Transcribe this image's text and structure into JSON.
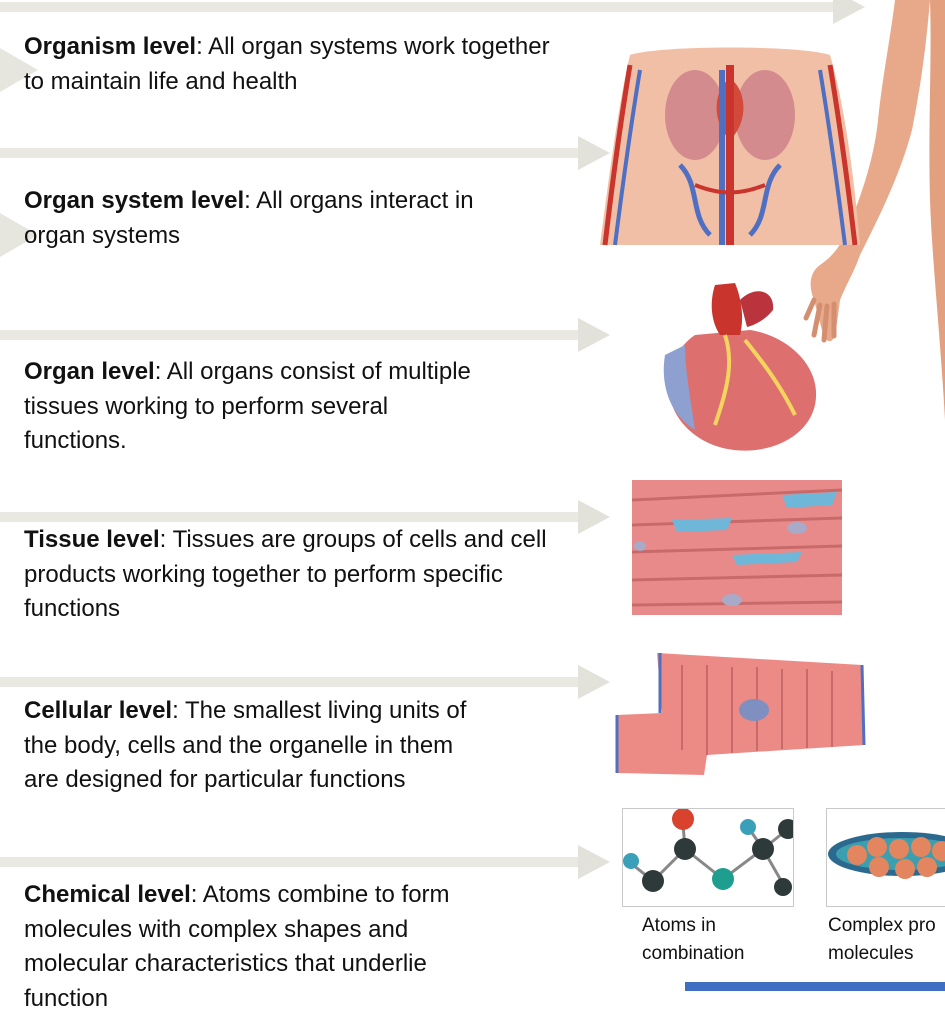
{
  "levels": [
    {
      "name": "Organism level",
      "sep": ":",
      "text": " All organ systems work together to maintain life and health"
    },
    {
      "name": "Organ system level",
      "sep": ":",
      "text": " All organs interact in organ systems"
    },
    {
      "name": "Organ level",
      "sep": ":",
      "text": " All organs consist of multiple tissues working to perform several functions."
    },
    {
      "name": "Tissue level",
      "sep": ":",
      "text": " Tissues are groups of cells and cell products working together to perform specific functions"
    },
    {
      "name": "Cellular level",
      "sep": ":",
      "text": " The smallest living units of the body, cells and the organelle in them are designed for particular functions"
    },
    {
      "name": "Chemical level",
      "sep": ":",
      "text": " Atoms combine to form molecules with complex shapes and molecular characteristics that underlie function"
    }
  ],
  "captions": {
    "atoms_line1": "Atoms in",
    "atoms_line2": "combination",
    "complex_line1": "Complex pro",
    "complex_line2": "molecules"
  },
  "colors": {
    "band": "#f1f1ee",
    "accent_bar": "#3f6fc2",
    "muscle": "#e07a7a",
    "heart": "#d9534f",
    "vessel_blue": "#6c8fd6"
  }
}
